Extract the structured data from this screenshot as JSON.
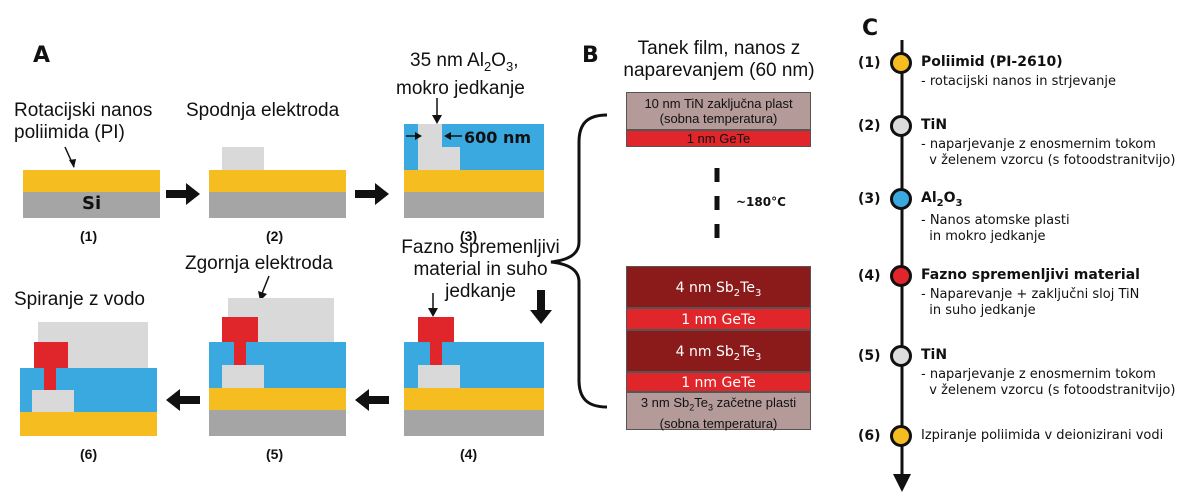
{
  "colors": {
    "polyimide": "#f5bd1f",
    "silicon": "#a5a5a5",
    "al2o3": "#3aa9e0",
    "electrode": "#d9d9d9",
    "pcm": "#e0252b",
    "tin_cap": "#b59a9a",
    "sbte": "#8b1a1a",
    "gete": "#e0252b"
  },
  "panel_a": {
    "letter": "A",
    "step_labels": [
      "(1)",
      "(2)",
      "(3)",
      "(4)",
      "(5)",
      "(6)"
    ],
    "si_label": "Si",
    "label_pi": "Rotacijski nanos poliimida (PI)",
    "label_bottom_electrode": "Spodnja elektroda",
    "label_al2o3_pre": "35 nm Al",
    "label_al2o3_sub1": "2",
    "label_al2o3_mid": "O",
    "label_al2o3_sub2": "3",
    "label_al2o3_post": ",",
    "label_wet_etch": "mokro jedkanje",
    "label_600nm": "600 nm",
    "label_pcm_dry": "Fazno spremenljivi material in suho jedkanje",
    "label_top_electrode": "Zgornja elektroda",
    "label_rinse": "Spiranje z vodo"
  },
  "panel_b": {
    "letter": "B",
    "title": "Tanek film, nanos z naparevanjem (60 nm)",
    "temp": "~180°C",
    "tin_cap": "10 nm TiN zaključna plast",
    "tin_cap_2": "(sobna temperatura)",
    "gete": "1 nm GeTe",
    "sbte_pre": "4 nm Sb",
    "sbte_sub1": "2",
    "sbte_mid": "Te",
    "sbte_sub2": "3",
    "seed_pre": "3 nm Sb",
    "seed_sub1": "2",
    "seed_mid": "Te",
    "seed_sub2": "3",
    "seed_post": " začetne plasti",
    "seed_2": "(sobna temperatura)"
  },
  "panel_c": {
    "letter": "C",
    "steps": [
      {
        "num": "(1)",
        "title": "Poliimid (PI-2610)",
        "desc": [
          "- rotacijski nanos in strjevanje"
        ],
        "color": "#f5bd1f"
      },
      {
        "num": "(2)",
        "title": "TiN",
        "desc": [
          "- naparjevanje z enosmernim tokom",
          "  v želenem vzorcu (s fotoodstranitvijo)"
        ],
        "color": "#dcdcdc"
      },
      {
        "num": "(3)",
        "title_pre": "Al",
        "title_sub1": "2",
        "title_mid": "O",
        "title_sub2": "3",
        "desc": [
          "- Nanos atomske plasti",
          "  in mokro jedkanje"
        ],
        "color": "#3aa9e0"
      },
      {
        "num": "(4)",
        "title": "Fazno spremenljivi material",
        "desc": [
          "- Naparevanje + zaključni sloj TiN",
          "  in suho jedkanje"
        ],
        "color": "#e0252b"
      },
      {
        "num": "(5)",
        "title": "TiN",
        "desc": [
          "- naparjevanje z enosmernim tokom",
          "  v želenem vzorcu (s fotoodstranitvijo)"
        ],
        "color": "#dcdcdc"
      },
      {
        "num": "(6)",
        "title": "Izpiranje poliimida v deionizirani vodi",
        "desc": [],
        "color": "#f5bd1f"
      }
    ]
  }
}
